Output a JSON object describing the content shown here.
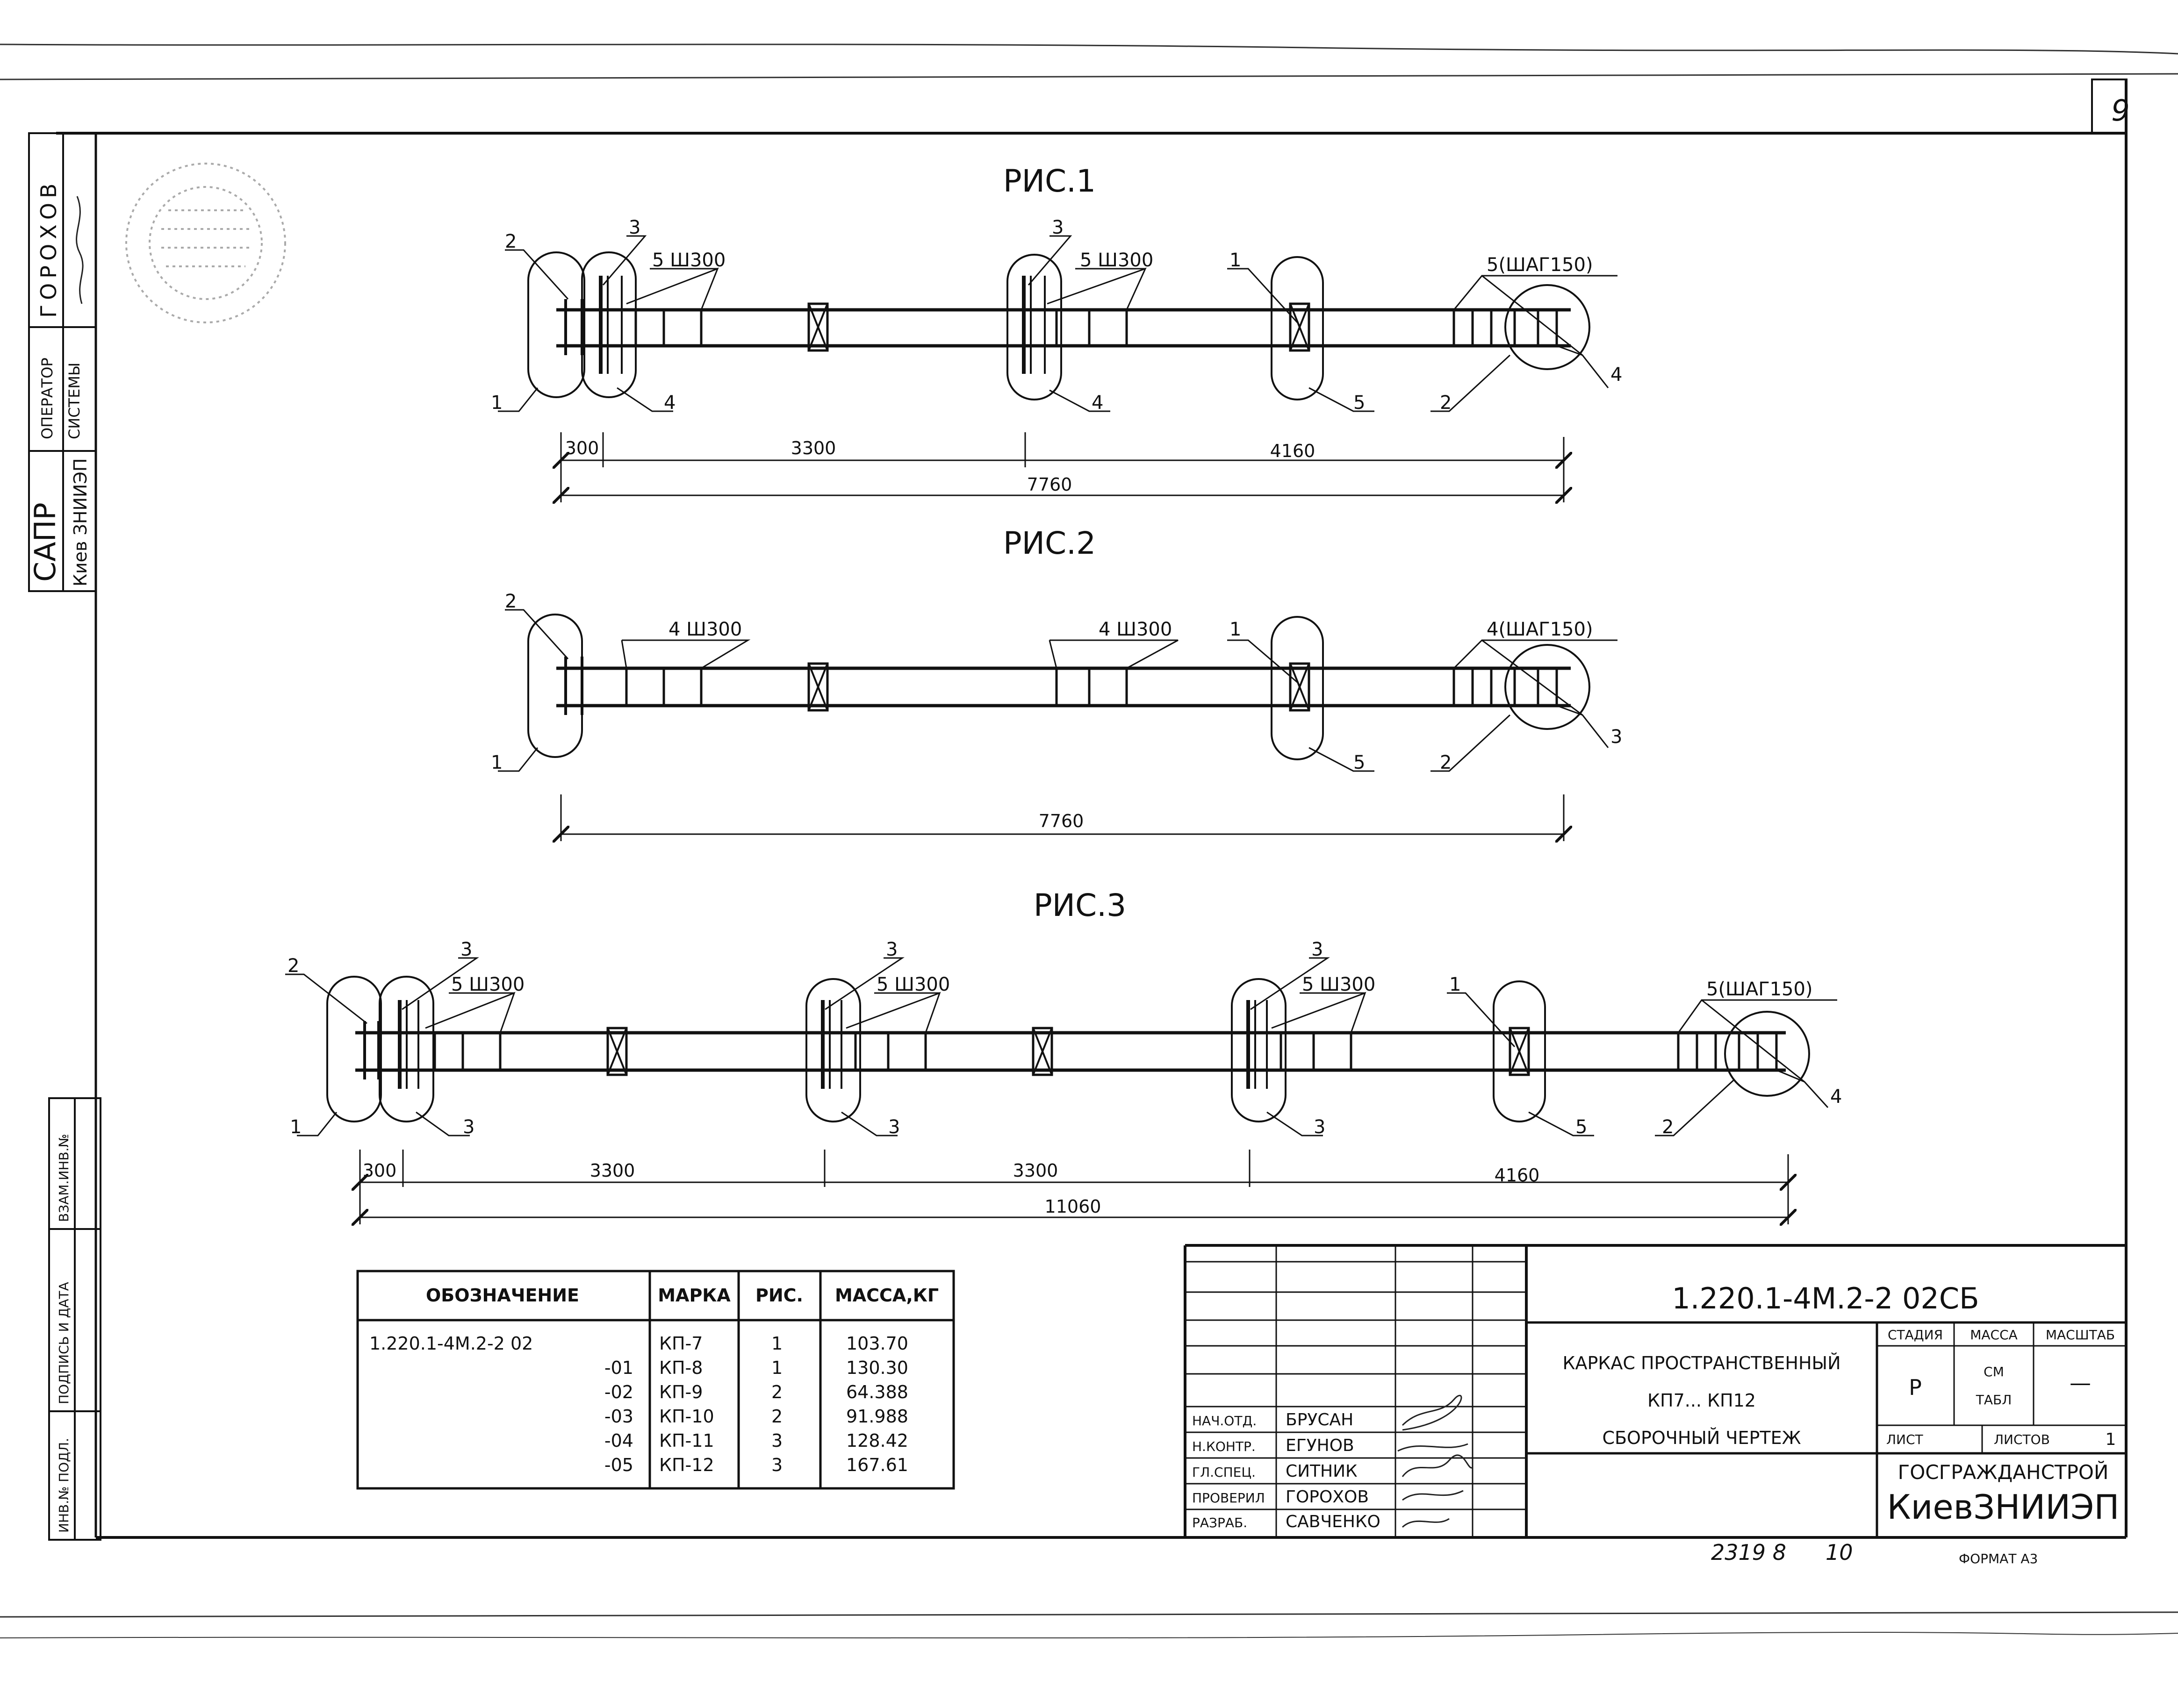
{
  "sheet": {
    "page_number": "9",
    "format_label": "ФОРМАТ А3",
    "archive_number": "2319 8",
    "archive_sheet": "10"
  },
  "side_stamp": {
    "sapr": "САПР",
    "kiev": "Киев ЗНИИЭП",
    "operator_line1": "ОПЕРАТОР",
    "operator_line2": "СИСТЕМЫ",
    "operator_name": "ГОРОХОВ",
    "inv_no": "ВЗАМ.ИНВ.№",
    "sign_date": "ПОДПИСЬ И ДАТА",
    "inv_orig": "ИНВ.№ ПОДЛ."
  },
  "figures": {
    "fig1": {
      "title": "РИС.1",
      "labels": [
        "2",
        "3",
        "5 Ш300",
        "1",
        "4",
        "3",
        "5 Ш300",
        "4",
        "1",
        "5",
        "5(ШАГ150)",
        "2",
        "4"
      ],
      "dims": [
        "300",
        "3300",
        "4160",
        "7760"
      ]
    },
    "fig2": {
      "title": "РИС.2",
      "labels": [
        "2",
        "4 Ш300",
        "1",
        "4 Ш300",
        "1",
        "5",
        "4(ШАГ150)",
        "2",
        "3"
      ],
      "dims": [
        "7760"
      ]
    },
    "fig3": {
      "title": "РИС.3",
      "labels": [
        "2",
        "3",
        "5 Ш300",
        "1",
        "3",
        "3",
        "5 Ш300",
        "3",
        "3",
        "5 Ш300",
        "3",
        "1",
        "5",
        "5(ШАГ150)",
        "2",
        "4"
      ],
      "dims": [
        "300",
        "3300",
        "3300",
        "4160",
        "11060"
      ]
    }
  },
  "spec_table": {
    "headers": [
      "ОБОЗНАЧЕНИЕ",
      "МАРКА",
      "РИС.",
      "МАССА,КГ"
    ],
    "rows": [
      [
        "1.220.1-4М.2-2 02",
        "КП-7",
        "1",
        "103.70"
      ],
      [
        "-01",
        "КП-8",
        "1",
        "130.30"
      ],
      [
        "-02",
        "КП-9",
        "2",
        "64.388"
      ],
      [
        "-03",
        "КП-10",
        "2",
        "91.988"
      ],
      [
        "-04",
        "КП-11",
        "3",
        "128.42"
      ],
      [
        "-05",
        "КП-12",
        "3",
        "167.61"
      ]
    ]
  },
  "title_block": {
    "doc_code": "1.220.1-4М.2-2 02СБ",
    "name_line1": "КАРКАС ПРОСТРАНСТВЕННЫЙ",
    "name_line2": "КП7... КП12",
    "name_line3": "СБОРОЧНЫЙ ЧЕРТЕЖ",
    "stage_header": "СТАДИЯ",
    "mass_header": "МАССА",
    "scale_header": "МАСШТАБ",
    "stage": "Р",
    "mass_line1": "СМ",
    "mass_line2": "ТАБЛ",
    "scale": "—",
    "sheet_label": "ЛИСТ",
    "sheets_label": "ЛИСТОВ",
    "sheets_count": "1",
    "org_line1": "ГОСГРАЖДАНСТРОЙ",
    "org_line2": "КиевЗНИИЭП",
    "roles": [
      {
        "role": "НАЧ.ОТД.",
        "name": "БРУСАН"
      },
      {
        "role": "Н.КОНТР.",
        "name": "ЕГУНОВ"
      },
      {
        "role": "ГЛ.СПЕЦ.",
        "name": "СИТНИК"
      },
      {
        "role": "ПРОВЕРИЛ",
        "name": "ГОРОХОВ"
      },
      {
        "role": "РАЗРАБ.",
        "name": "САВЧЕНКО"
      }
    ]
  }
}
